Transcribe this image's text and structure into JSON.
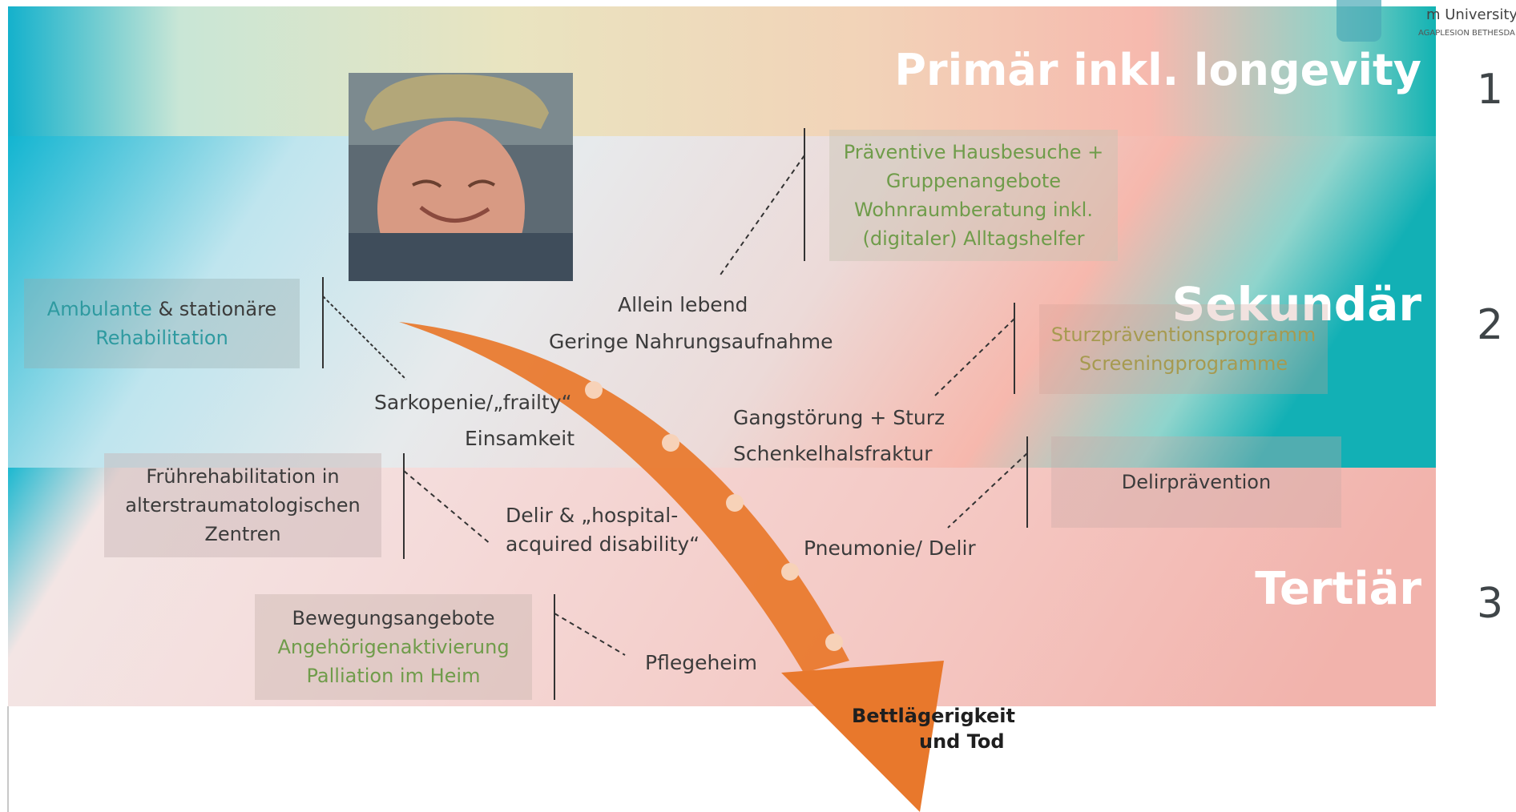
{
  "header": {
    "university": "m University",
    "affiliation": "AGAPLESION BETHESDA"
  },
  "zones": [
    {
      "label": "Primär inkl. longevity",
      "number": "1"
    },
    {
      "label": "Sekundär",
      "number": "2"
    },
    {
      "label": "Tertiär",
      "number": "3"
    }
  ],
  "interventions": {
    "primary": [
      "Präventive Hausbesuche +",
      "Gruppenangebote",
      "Wohnraumberatung inkl.",
      "(digitaler) Alltagshelfer"
    ],
    "rehab_a": "Ambulante",
    "rehab_b": " & stationäre",
    "rehab_c": "Rehabilitation",
    "fall": [
      "Sturzpräventionsprogramm",
      "Screeningprogramme"
    ],
    "early_rehab": [
      "Frührehabilitation in",
      "alterstraumatologischen",
      "Zentren"
    ],
    "delir_prev": "Delirprävention",
    "nursing": [
      "Bewegungsangebote",
      "Angehörigenaktivierung",
      "Palliation im Heim"
    ]
  },
  "risks": {
    "alone": "Allein lebend",
    "nutrition": "Geringe Nahrungsaufnahme",
    "sarco": "Sarkopenie/„frailty“",
    "lonely": "Einsamkeit",
    "gait": "Gangstörung + Sturz",
    "hip": "Schenkelhalsfraktur",
    "delir1": "Delir & „hospital-",
    "delir2": "acquired disability“",
    "pneu": "Pneumonie/ Delir",
    "home": "Pflegeheim",
    "end1": "Bettlägerigkeit",
    "end2": "und Tod"
  },
  "colors": {
    "arrow": "#e8782c",
    "teal": "#17b6cf",
    "salmon": "#f3b6ad",
    "beige": "#e8e2bc"
  }
}
